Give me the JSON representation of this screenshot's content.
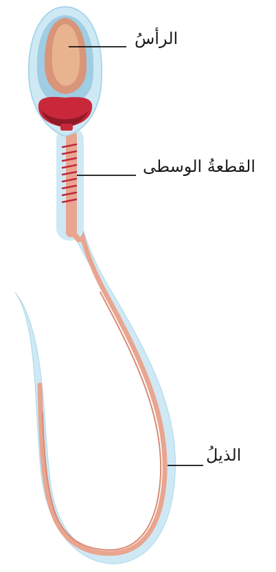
{
  "labels": {
    "head": "الرأسُ",
    "midpiece": "القطعةُ الوسطى",
    "tail": "الذيلُ"
  },
  "colors": {
    "membrane_outer": "#cfe9f4",
    "membrane_inner": "#a9d6ea",
    "membrane_edge": "#8fc8e0",
    "acrosome": "#9fcde3",
    "nucleus": "#d9957a",
    "nucleus_light": "#e8b48f",
    "neck": "#c8283a",
    "neck_dark": "#8e1a26",
    "axoneme": "#e9a58f",
    "axoneme_dark": "#d98a74",
    "coil": "#c02838",
    "leader": "#111111"
  }
}
